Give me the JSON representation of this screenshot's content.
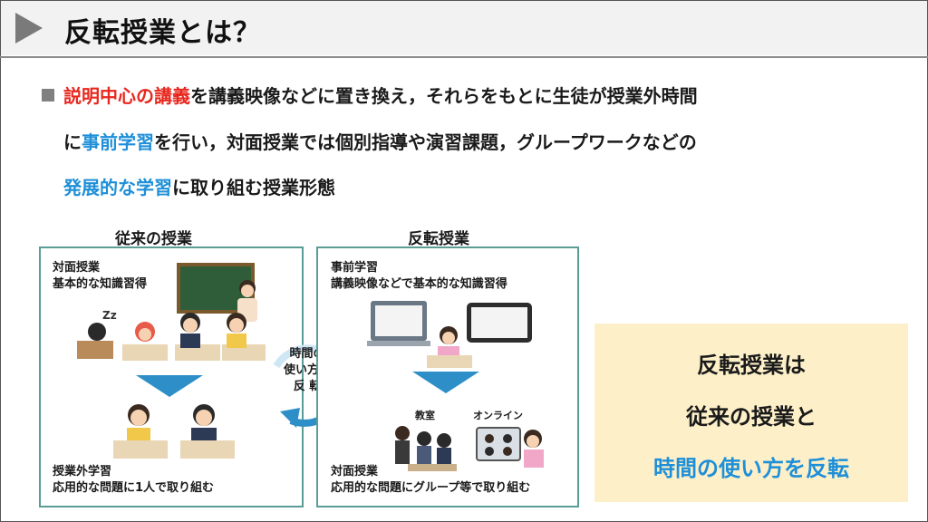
{
  "header": {
    "title": "反転授業とは？"
  },
  "definition": {
    "line1": [
      "説明中心の講義",
      "を講義映像などに置き換え，それらをもとに生徒が授業外時間"
    ],
    "line2": [
      "に",
      "事前学習",
      "を行い，対面授業では個別指導や演習課題，グループワークなどの"
    ],
    "line3": [
      "発展的な学習",
      "に取り組む授業形態"
    ]
  },
  "traditional": {
    "title": "従来の授業",
    "top_caption": [
      "対面授業",
      "基本的な知識習得"
    ],
    "bottom_caption": [
      "授業外学習",
      "応用的な問題に1人で取り組む"
    ]
  },
  "cycle": {
    "label": [
      "時間の",
      "使い方を",
      "反 転"
    ]
  },
  "flipped": {
    "title": "反転授業",
    "top_caption": [
      "事前学習",
      "講義映像などで基本的な知識習得"
    ],
    "classroom_label": "教室",
    "online_label": "オンライン",
    "bottom_caption": [
      "対面授業",
      "応用的な問題にグループ等で取り組む"
    ]
  },
  "summary": {
    "line1": "反転授業は",
    "line2": "従来の授業と",
    "line3": "時間の使い方を反転"
  },
  "colors": {
    "red": "#e8271e",
    "blue": "#1e8fd8",
    "panel_border": "#5a9c96",
    "summary_bg": "#fdf0c9",
    "arrow": "#2e8fc8"
  }
}
